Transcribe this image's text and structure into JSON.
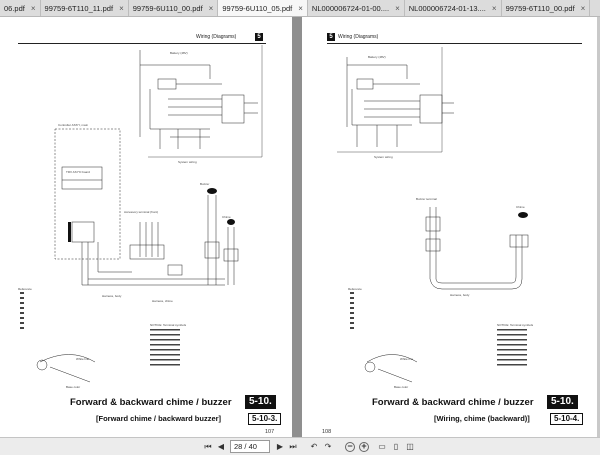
{
  "tabs": [
    {
      "label": "06.pdf",
      "active": false
    },
    {
      "label": "99759-6T110_11.pdf",
      "active": false
    },
    {
      "label": "99759-6U110_00.pdf",
      "active": false
    },
    {
      "label": "99759-6U110_05.pdf",
      "active": true
    },
    {
      "label": "NL000006724-01-00....",
      "active": false
    },
    {
      "label": "NL000006724-01-13....",
      "active": false
    },
    {
      "label": "99759-6T110_00.pdf",
      "active": false
    }
  ],
  "left_page": {
    "header_text": "Wiring (Diagrams)",
    "header_num": "5",
    "labels": {
      "battery": "Battery (48V)",
      "controller": "Controller ASS'Y, main",
      "trv_board": "TRV ASY'D board",
      "system_wiring": "System wiring",
      "buzzer": "Buzzer",
      "accessory_terminal": "Accessory terminal (front)",
      "chime": "Chime",
      "harness_body": "Harness, body",
      "harness_chime": "Harness, chime",
      "reference": "Reference",
      "white_line": "White line",
      "base_color": "Base color",
      "notice": "NOTICE: Terminal symbols"
    },
    "title": "Forward & backward chime / buzzer",
    "section": "5-10.",
    "subtitle": "[Forward chime / backward buzzer]",
    "sub_section": "5-10-3.",
    "page_number": "107"
  },
  "right_page": {
    "header_text": "Wiring (Diagrams)",
    "header_num": "5",
    "labels": {
      "battery": "Battery (48V)",
      "system_wiring": "System wiring",
      "buzzer_terminal": "Buzzer terminal",
      "chime": "Chime",
      "harness_body": "Harness, body",
      "reference": "Reference",
      "white_line": "White line",
      "base_color": "Base color",
      "notice": "NOTICE: Terminal symbols"
    },
    "title": "Forward & backward chime / buzzer",
    "section": "5-10.",
    "subtitle": "[Wiring, chime (backward)]",
    "sub_section": "5-10-4.",
    "page_number": "108"
  },
  "navbar": {
    "page_display": "28 / 40"
  }
}
